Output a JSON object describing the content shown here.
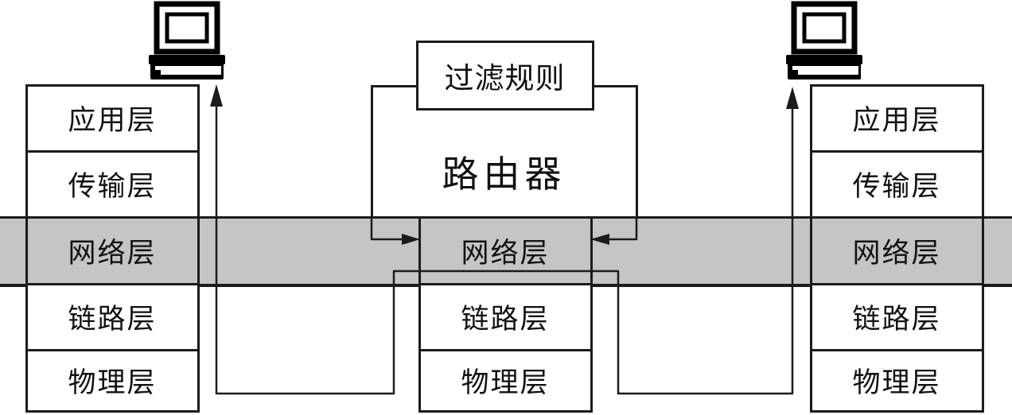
{
  "left_host": {
    "icon": "computer-icon",
    "layers": [
      "应用层",
      "传输层",
      "网络层",
      "链路层",
      "物理层"
    ]
  },
  "router": {
    "filter_box_label": "过滤规则",
    "router_label": "路由器",
    "layers": [
      "网络层",
      "链路层",
      "物理层"
    ]
  },
  "right_host": {
    "icon": "computer-icon",
    "layers": [
      "应用层",
      "传输层",
      "网络层",
      "链路层",
      "物理层"
    ]
  },
  "colors": {
    "band_fill": "#c5c5c5",
    "line": "#1b1b1b",
    "text": "#111111",
    "background": "#ffffff"
  }
}
